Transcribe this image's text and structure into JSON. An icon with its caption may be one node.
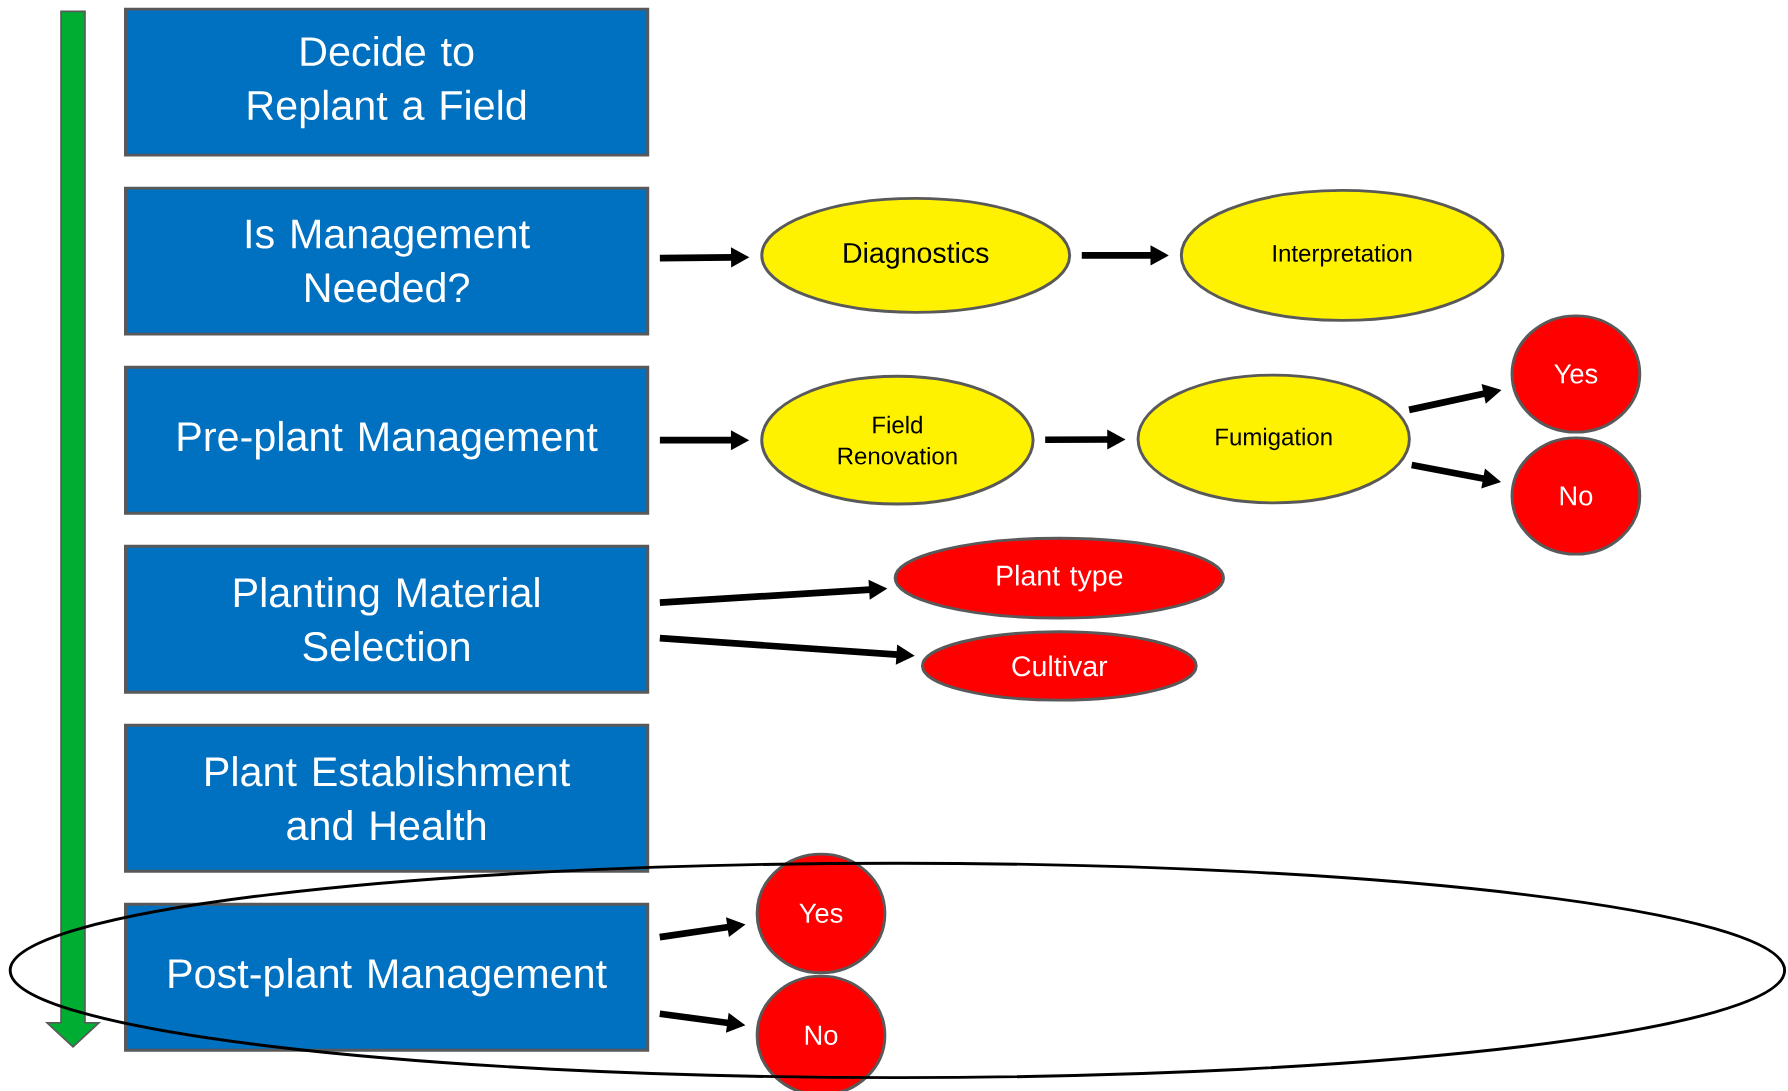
{
  "diagram": {
    "nodes": [
      {
        "text": [
          "Decide to Replant a Field"
        ]
      },
      {
        "text": [
          "Is Management Needed?"
        ]
      },
      {
        "text": [
          "Diagnostics"
        ]
      },
      {
        "text": [
          "Interpretation"
        ]
      },
      {
        "text": [
          "Pre-plant Management"
        ]
      },
      {
        "text": [
          "Field Renovation"
        ]
      },
      {
        "text": [
          "Fumigation"
        ]
      },
      {
        "text": [
          "Yes"
        ]
      },
      {
        "text": [
          "No"
        ]
      },
      {
        "text": [
          "Planting Material Selection"
        ]
      },
      {
        "text": [
          "Plant type"
        ]
      },
      {
        "text": [
          "Cultivar"
        ]
      },
      {
        "text": [
          "Plant Establishment and Health"
        ]
      },
      {
        "text": [
          "Post-plant Management"
        ]
      },
      {
        "text": [
          "Yes"
        ]
      },
      {
        "text": [
          "No"
        ]
      }
    ],
    "edges": [
      {
        "from": 1,
        "to": 2,
        "arrow": "to"
      },
      {
        "from": 2,
        "to": 3,
        "arrow": "to"
      },
      {
        "from": 4,
        "to": 5,
        "arrow": "to"
      },
      {
        "from": 5,
        "to": 6,
        "arrow": "to"
      },
      {
        "from": 6,
        "to": 7,
        "arrow": "to"
      },
      {
        "from": 6,
        "to": 8,
        "arrow": "to"
      },
      {
        "from": 9,
        "to": 10,
        "arrow": "to"
      },
      {
        "from": 9,
        "to": 11,
        "arrow": "to"
      },
      {
        "from": 13,
        "to": 14,
        "arrow": "to"
      },
      {
        "from": 13,
        "to": 15,
        "arrow": "to"
      }
    ]
  }
}
